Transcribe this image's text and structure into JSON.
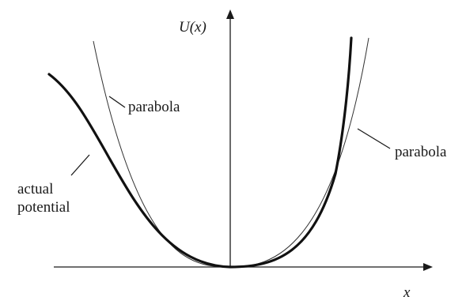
{
  "diagram": {
    "y_axis_label": "U(x)",
    "x_axis_label": "x",
    "parabola_label_left": "parabola",
    "parabola_label_right": "parabola",
    "actual_label_line1": "actual",
    "actual_label_line2": "potential"
  },
  "colors": {
    "axis": "#1a1a1a",
    "actual_curve": "#111111",
    "parabola_curve": "#333333"
  }
}
